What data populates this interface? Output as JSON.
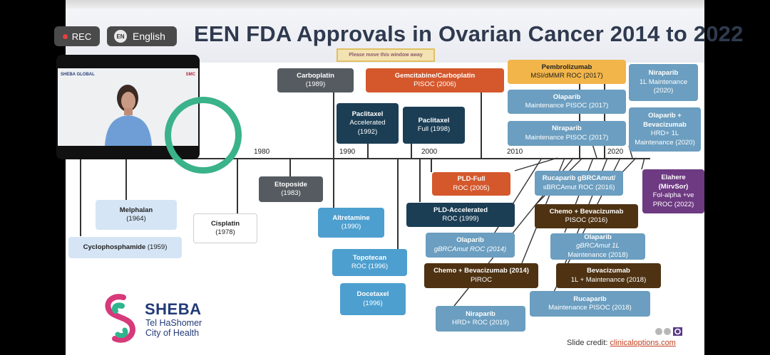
{
  "overlay": {
    "rec_label": "REC",
    "language_badge": "EN",
    "language_label": "English"
  },
  "slide": {
    "title": "EEN FDA Approvals in Ovarian Cancer 2014 to 2022",
    "move_notice": "Please move this window away",
    "years": [
      "1980",
      "1990",
      "2000",
      "2010",
      "2020"
    ],
    "credit_label": "Slide credit: ",
    "credit_link": "clinicaloptions.com",
    "logo": {
      "name": "SHEBA",
      "line1": "Tel HaShomer",
      "line2": "City of Health"
    },
    "video_logo_left": "SHEBA GLOBAL",
    "video_logo_right": "SMC",
    "boxes": {
      "carboplatin": {
        "name": "Carboplatin",
        "detail": "(1989)"
      },
      "gemcitabine": {
        "name": "Gemcitabine/Carboplatin",
        "detail": "PISOC (2006)"
      },
      "pembrolizumab": {
        "name": "Pembrolizumab",
        "detail": "MSI/dMMR ROC (2017)"
      },
      "niraparib_1l": {
        "name": "Niraparib",
        "detail": "1L Maintenance",
        "detail2": "(2020)"
      },
      "olaparib_pisoc": {
        "name": "Olaparib",
        "detail": "Maintenance PISOC (2017)"
      },
      "paclitaxel_acc": {
        "name": "Paclitaxel",
        "detail": "Accelerated",
        "detail2": "(1992)"
      },
      "paclitaxel_full": {
        "name": "Paclitaxel",
        "detail": "Full (1998)"
      },
      "olaparib_bev": {
        "name": "Olaparib +",
        "name2": "Bevacizumab",
        "detail": "HRD+ 1L",
        "detail2": "Maintenance (2020)"
      },
      "niraparib_pisoc": {
        "name": "Niraparib",
        "detail": "Maintenance PISOC (2017)"
      },
      "etoposide": {
        "name": "Etoposide",
        "detail": "(1983)"
      },
      "pld_full": {
        "name": "PLD-Full",
        "detail": "ROC (2005)"
      },
      "rucaparib_brca": {
        "name": "Rucaparib gBRCAmut/",
        "detail": "sBRCAmut ROC (2016)"
      },
      "elahere": {
        "name": "Elahere",
        "name2": "(MirvSor)",
        "detail": "Fol-alpha +ve",
        "detail2": "PROC (2022)"
      },
      "melphalan": {
        "name": "Melphalan",
        "detail": "(1964)"
      },
      "cisplatin": {
        "name": "Cisplatin",
        "detail": "(1978)"
      },
      "altretamine": {
        "name": "Altretamine",
        "detail": "(1990)"
      },
      "pld_acc": {
        "name": "PLD-Accelerated",
        "detail": "ROC (1999)"
      },
      "chemo_bev_2016": {
        "name": "Chemo + Bevacizumab",
        "detail": "PISOC (2016)"
      },
      "cyclophosphamide": {
        "name": "Cyclophosphamide",
        "detail": "(1959)"
      },
      "olaparib_roc": {
        "name": "Olaparib",
        "detail": "gBRCAmut ROC (2014)"
      },
      "olaparib_1l": {
        "name": "Olaparib",
        "detail": "gBRCAmut 1L",
        "detail2": "Maintenance (2018)"
      },
      "topotecan": {
        "name": "Topotecan",
        "detail": "ROC (1996)"
      },
      "chemo_bev_2014": {
        "name": "Chemo + Bevacizumab (2014)",
        "detail": "PIROC"
      },
      "bevacizumab": {
        "name": "Bevacizumab",
        "detail": "1L + Maintenance (2018)"
      },
      "docetaxel": {
        "name": "Docetaxel",
        "detail": "(1996)"
      },
      "rucaparib_pisoc": {
        "name": "Rucaparib",
        "detail": "Maintenance PISOC (2018)"
      },
      "niraparib_hrd": {
        "name": "Niraparib",
        "detail": "HRD+ ROC (2019)"
      }
    }
  }
}
